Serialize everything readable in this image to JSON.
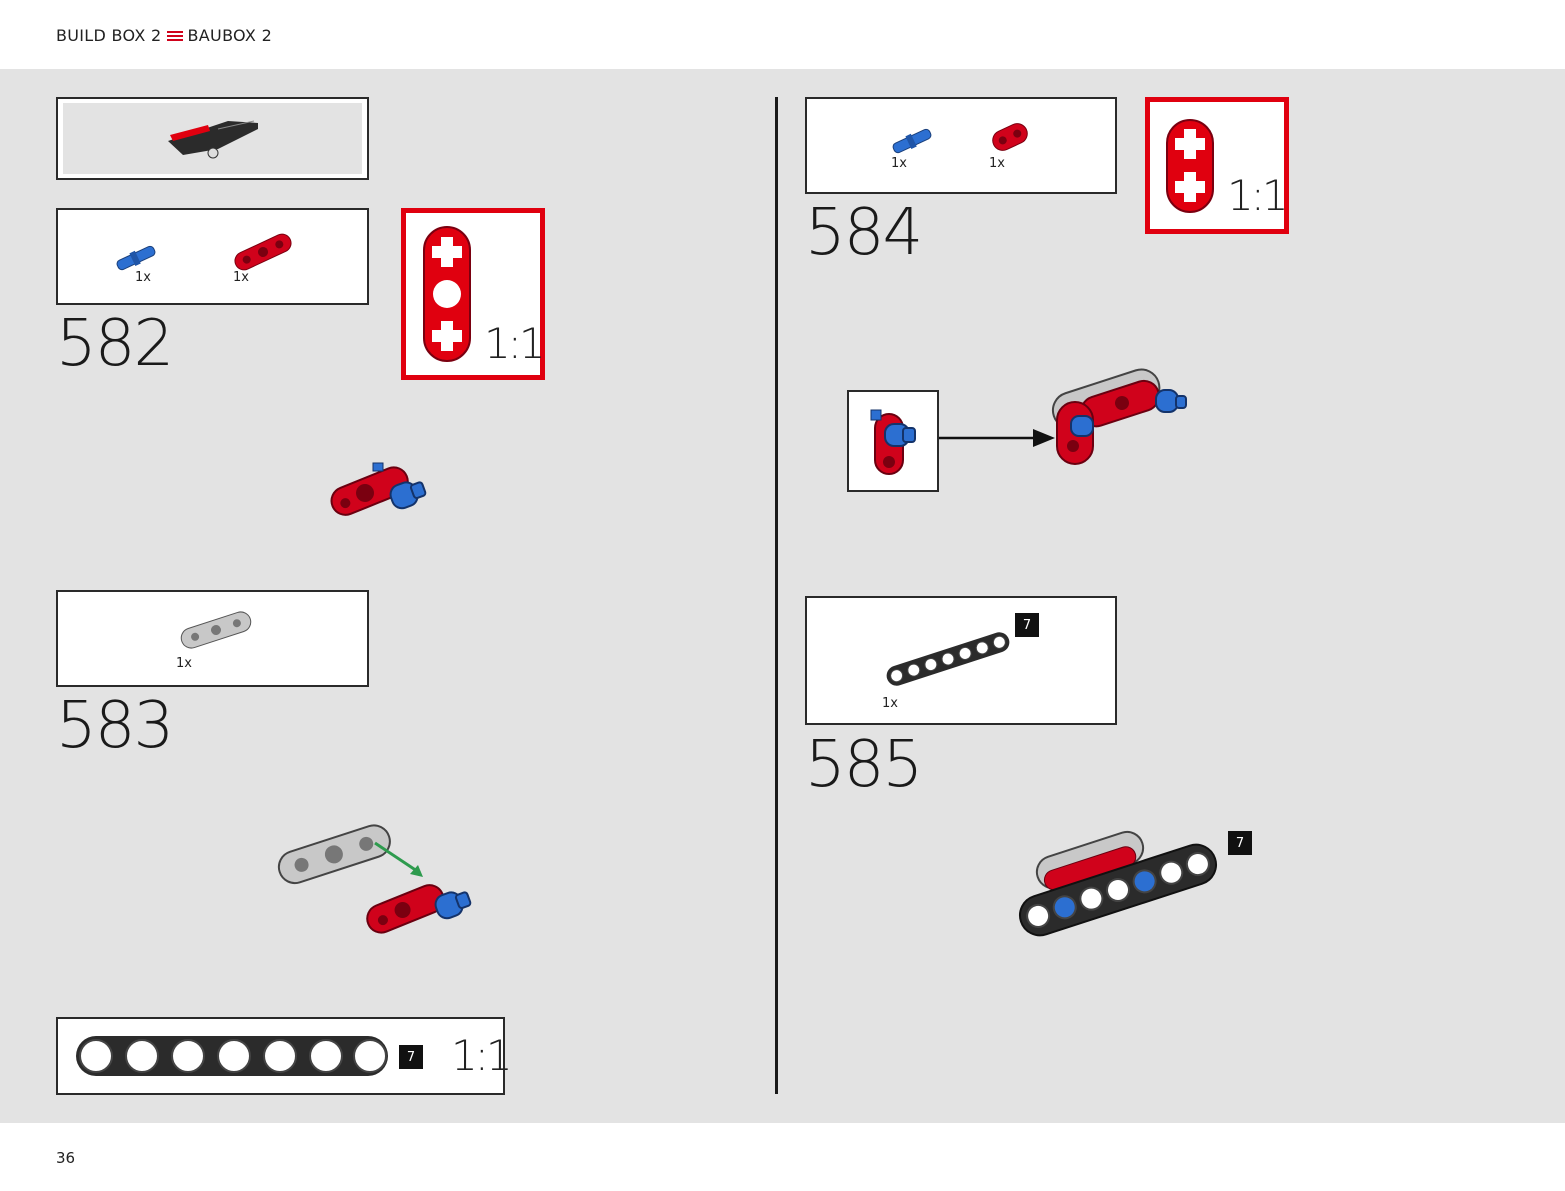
{
  "header": {
    "left_title": "BUILD BOX 2",
    "right_title": "BAUBOX 2"
  },
  "page_number": "36",
  "steps": [
    {
      "number": "582",
      "parts": [
        {
          "qty": "1x",
          "color": "blue",
          "icon": "pin-with-friction-icon"
        },
        {
          "qty": "1x",
          "color": "red",
          "icon": "beam-3-icon"
        }
      ],
      "scale": "1:1"
    },
    {
      "number": "583",
      "parts": [
        {
          "qty": "1x",
          "color": "light-grey",
          "icon": "beam-3-icon"
        }
      ]
    },
    {
      "number": "584",
      "parts": [
        {
          "qty": "1x",
          "color": "blue",
          "icon": "pin-with-friction-icon"
        },
        {
          "qty": "1x",
          "color": "red",
          "icon": "beam-2-icon"
        }
      ],
      "scale": "1:1"
    },
    {
      "number": "585",
      "parts": [
        {
          "qty": "1x",
          "color": "black",
          "icon": "beam-7-icon",
          "length": "7"
        }
      ],
      "assembly_length": "7"
    }
  ],
  "beam_callout": {
    "length": "7",
    "scale": "1:1"
  },
  "colors": {
    "accent_red": "#e0000f",
    "part_red": "#d0021b",
    "part_blue": "#2c6fd1",
    "part_grey": "#c8c8c8",
    "part_black": "#2b2b2b",
    "background": "#e3e3e3"
  }
}
